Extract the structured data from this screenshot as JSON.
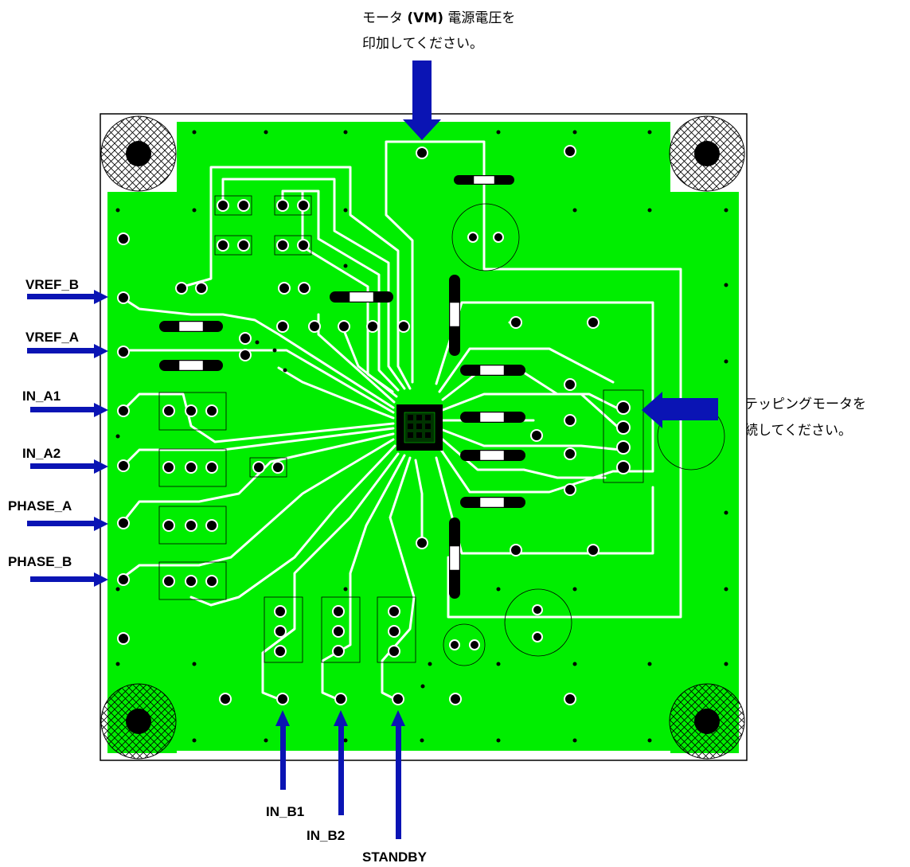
{
  "annotations": {
    "vm_line1_pre": "モータ ",
    "vm_line1_bold": "(VM)",
    "vm_line1_post": " 電源電圧を",
    "vm_line2": "印加してください。",
    "motor_line1": "ステッピングモータを",
    "motor_line2": "接続してください。"
  },
  "signals": {
    "vref_b": "VREF_B",
    "vref_a": "VREF_A",
    "in_a1": "IN_A1",
    "in_a2": "IN_A2",
    "phase_a": "PHASE_A",
    "phase_b": "PHASE_B",
    "in_b1": "IN_B1",
    "in_b2": "IN_B2",
    "standby": "STANDBY"
  },
  "colors": {
    "copper": "#00ee00",
    "trace": "#ffffff",
    "arrow": "#0a14b4",
    "pad": "#000000",
    "outline": "#000000"
  }
}
